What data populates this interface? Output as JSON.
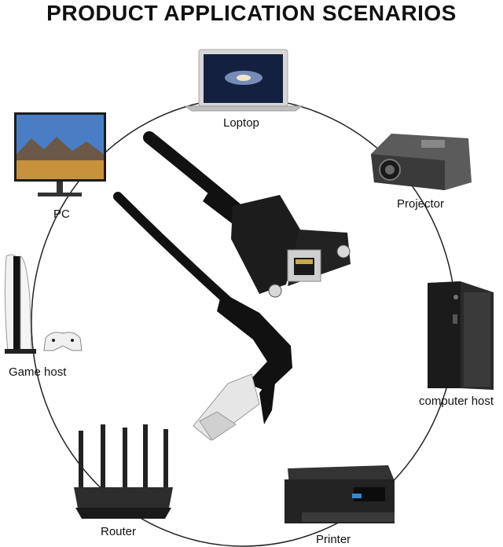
{
  "title": "PRODUCT APPLICATION SCENARIOS",
  "devices": {
    "laptop": {
      "label": "Loptop",
      "icon": "laptop-icon"
    },
    "pc": {
      "label": "PC",
      "icon": "monitor-icon"
    },
    "projector": {
      "label": "Projector",
      "icon": "projector-icon"
    },
    "game_host": {
      "label": "Game host",
      "icon": "game-console-icon"
    },
    "computer_host": {
      "label": "computer host",
      "icon": "pc-tower-icon"
    },
    "router": {
      "label": "Router",
      "icon": "router-icon"
    },
    "printer": {
      "label": "Printer",
      "icon": "printer-icon"
    }
  },
  "product": {
    "icon": "rj45-panel-mount-cable-icon"
  },
  "colors": {
    "circle": "#222222",
    "cable": "#111111",
    "text": "#111111"
  }
}
